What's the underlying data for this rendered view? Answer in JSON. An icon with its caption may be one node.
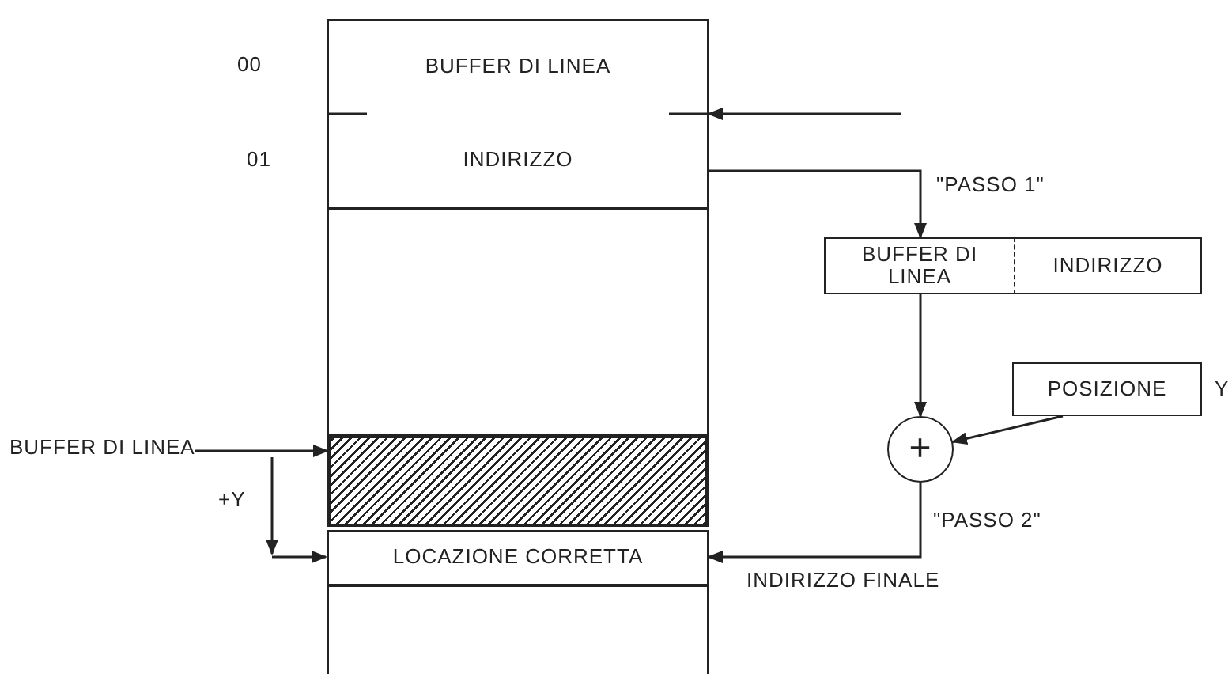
{
  "diagram": {
    "nodes": [
      {
        "text": [
          "BUFFER DI LINEA"
        ],
        "beside": [
          "00"
        ]
      },
      {
        "text": [
          "INDIRIZZO"
        ],
        "beside": [
          "01"
        ]
      },
      {
        "text": [],
        "shape": "box"
      },
      {
        "text": [],
        "shape": "box"
      },
      {
        "text": [
          "LOCAZIONE CORRETTA"
        ]
      },
      {
        "text": [],
        "shape": "box"
      },
      {
        "text": [
          "BUFFER DI LINEA"
        ]
      },
      {
        "text": [
          "INDIRIZZO"
        ]
      },
      {
        "text": [
          "POSIZIONE"
        ],
        "beside": [
          "Y"
        ]
      },
      {
        "text": [
          "+"
        ]
      },
      {
        "text": [
          "BUFFER DI LINEA"
        ]
      }
    ],
    "edges": [
      {
        "from": null,
        "to": 0,
        "arrow": "to"
      },
      {
        "from": 1,
        "to": 6,
        "arrow": "to",
        "label": "\"PASSO 1\""
      },
      {
        "from": 6,
        "to": 9,
        "arrow": "to"
      },
      {
        "from": 8,
        "to": 9,
        "arrow": "to"
      },
      {
        "from": 9,
        "to": 4,
        "arrow": "to",
        "label": "INDIRIZZO FINALE"
      },
      {
        "from": 10,
        "to": 3,
        "arrow": "to"
      }
    ],
    "labels": [
      "\"PASSO 2\"",
      "+Y"
    ]
  }
}
